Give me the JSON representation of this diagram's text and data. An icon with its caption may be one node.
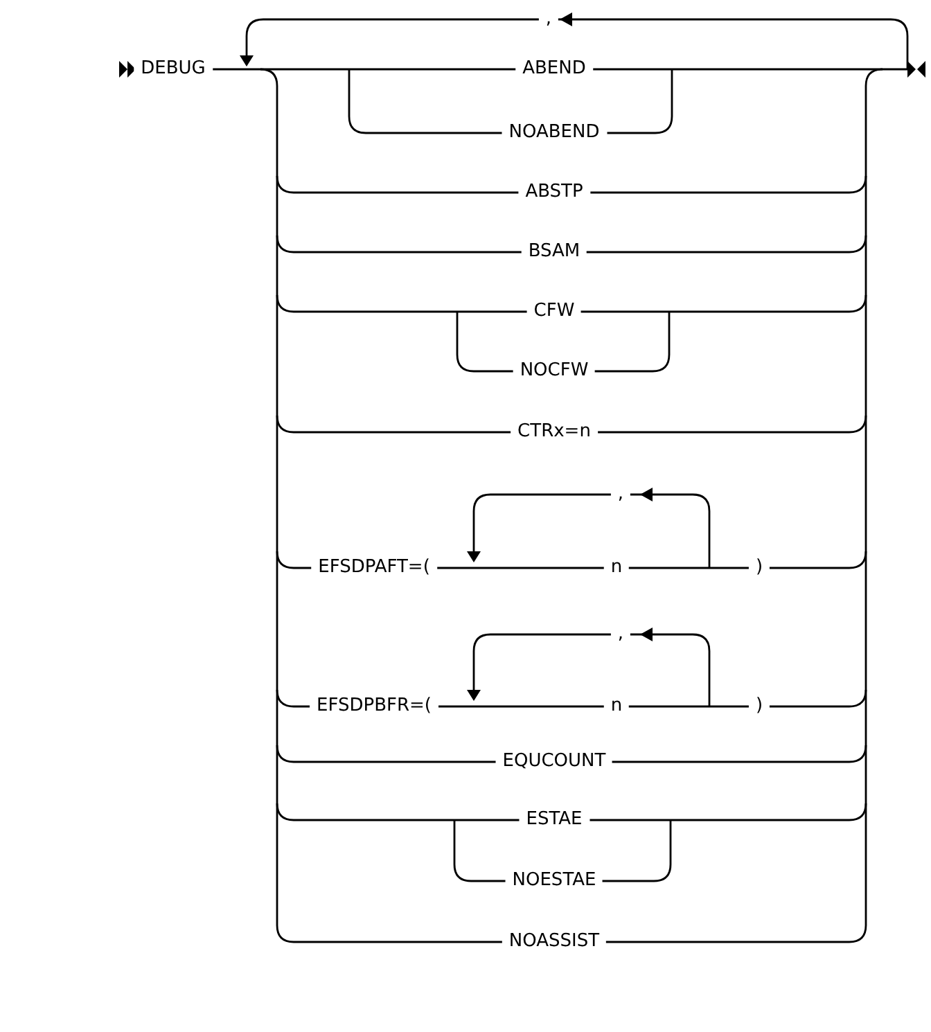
{
  "diagram": {
    "labels": [
      ",",
      "DEBUG",
      "ABEND",
      "NOABEND",
      "ABSTP",
      "BSAM",
      "CFW",
      "NOCFW",
      "CTRx=n",
      ",",
      "EFSDPAFT=(",
      "n",
      ")",
      ",",
      "EFSDPBFR=(",
      "n",
      ")",
      "EQUCOUNT",
      "ESTAE",
      "NOESTAE",
      "NOASSIST"
    ]
  }
}
